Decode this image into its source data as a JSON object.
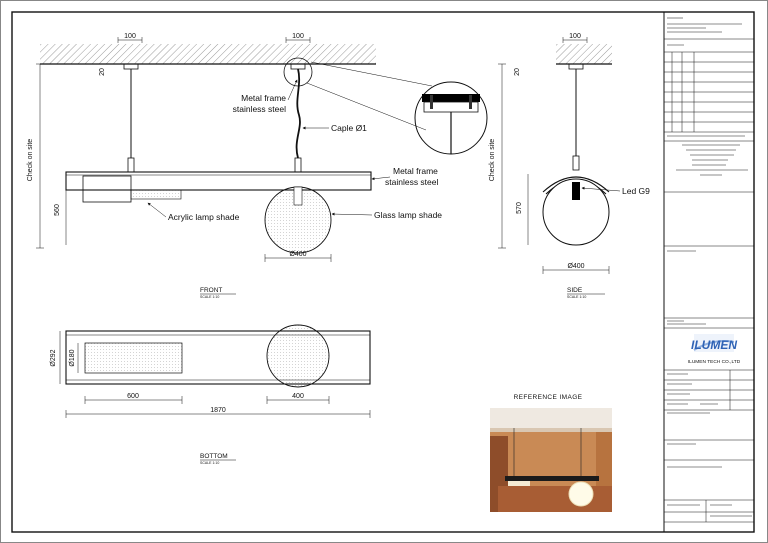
{
  "labels": {
    "metal_frame_top": [
      "Metal frame",
      "stainless steel"
    ],
    "caple": "Caple Ø1",
    "metal_frame_mid": [
      "Metal frame",
      "stainless steel"
    ],
    "glass_shade": "Glass lamp shade",
    "acrylic_shade": "Acrylic lamp shade",
    "led": "Led G9",
    "check_on_site": "Check on site"
  },
  "dims": {
    "front_left_100": "100",
    "front_right_100": "100",
    "side_100": "100",
    "front_20": "20",
    "front_560": "560",
    "front_400": "Ø400",
    "side_20": "20",
    "side_570": "570",
    "side_400": "Ø400",
    "bottom_292": "Ø292",
    "bottom_180": "Ø180",
    "bottom_600": "600",
    "bottom_400": "400",
    "bottom_1870": "1870"
  },
  "views": {
    "front": "FRONT",
    "side": "SIDE",
    "bottom": "BOTTOM",
    "scale_text": "SCALE        1:10"
  },
  "reference": {
    "title": "REFERENCE IMAGE"
  },
  "title_block": {
    "logo": "ILUMEN",
    "company": "ILUMEN TECH CO.,LTD"
  },
  "colors": {
    "line": "#111111",
    "hatch": "#555555",
    "logo": "#2f63b5",
    "photo_wall": "#c98a55",
    "photo_ceiling": "#efe9e1"
  }
}
